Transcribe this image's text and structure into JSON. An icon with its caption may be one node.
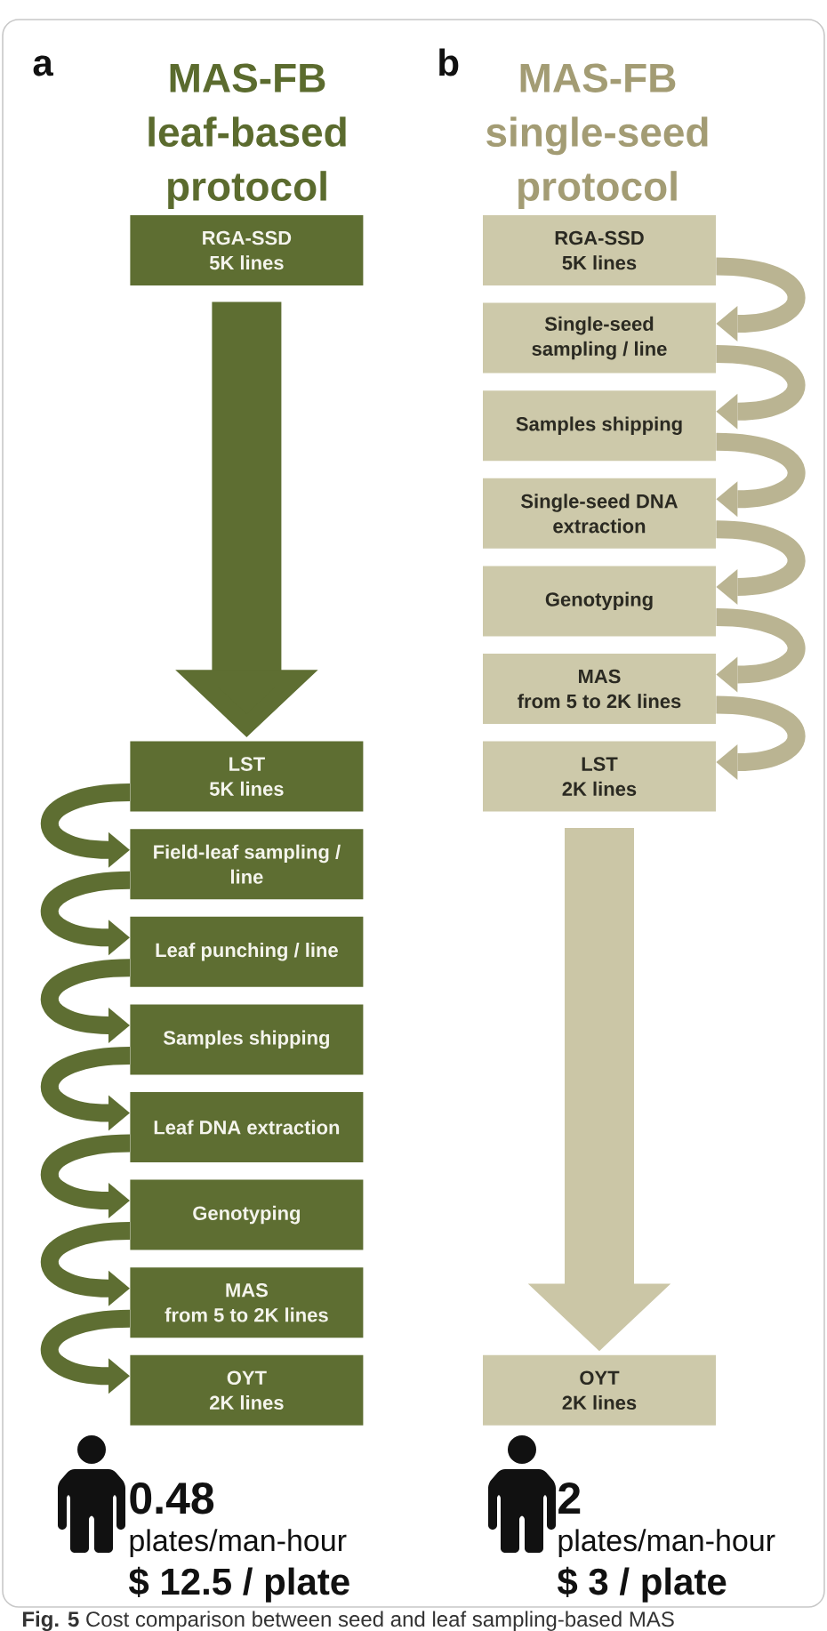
{
  "diagram": {
    "caption": "**Fig. 5** Cost comparison between seed and leaf sampling-based MAS",
    "nodes": [
      {
        "text": [
          "RGA-SSD",
          "5K lines"
        ]
      },
      {
        "text": [
          "LST",
          "5K lines"
        ]
      },
      {
        "text": [
          "Field-leaf sampling / line"
        ]
      },
      {
        "text": [
          "Leaf punching / line"
        ]
      },
      {
        "text": [
          "Samples shipping"
        ]
      },
      {
        "text": [
          "Leaf DNA extraction"
        ]
      },
      {
        "text": [
          "Genotyping"
        ]
      },
      {
        "text": [
          "MAS",
          "from 5 to 2K lines"
        ]
      },
      {
        "text": [
          "OYT",
          "2K lines"
        ]
      },
      {
        "text": [
          "RGA-SSD",
          "5K lines"
        ]
      },
      {
        "text": [
          "Single-seed sampling / line"
        ]
      },
      {
        "text": [
          "Samples shipping"
        ]
      },
      {
        "text": [
          "Single-seed DNA extraction"
        ]
      },
      {
        "text": [
          "Genotyping"
        ]
      },
      {
        "text": [
          "MAS",
          "from 5 to 2K lines"
        ]
      },
      {
        "text": [
          "LST",
          "2K lines"
        ]
      },
      {
        "text": [
          "OYT",
          "2K lines"
        ]
      }
    ],
    "edges": [
      {
        "from": 0,
        "to": 1,
        "arrow": "to",
        "style": "thick"
      },
      {
        "from": 1,
        "to": 2,
        "arrow": "to"
      },
      {
        "from": 2,
        "to": 3,
        "arrow": "to"
      },
      {
        "from": 3,
        "to": 4,
        "arrow": "to"
      },
      {
        "from": 4,
        "to": 5,
        "arrow": "to"
      },
      {
        "from": 5,
        "to": 6,
        "arrow": "to"
      },
      {
        "from": 6,
        "to": 7,
        "arrow": "to"
      },
      {
        "from": 7,
        "to": 8,
        "arrow": "to"
      },
      {
        "from": 9,
        "to": 10,
        "arrow": "to",
        "color": "#bab492"
      },
      {
        "from": 10,
        "to": 11,
        "arrow": "to",
        "color": "#bab492"
      },
      {
        "from": 11,
        "to": 12,
        "arrow": "to",
        "color": "#bab492"
      },
      {
        "from": 12,
        "to": 13,
        "arrow": "to",
        "color": "#bab492"
      },
      {
        "from": 13,
        "to": 14,
        "arrow": "to",
        "color": "#bab492"
      },
      {
        "from": 14,
        "to": 15,
        "arrow": "to",
        "color": "#bab492"
      },
      {
        "from": 15,
        "to": 16,
        "arrow": "to",
        "style": "thick",
        "color": "#cbc6a6"
      }
    ],
    "labels": [
      "a",
      "MAS-FB leaf-based protocol",
      "b",
      "MAS-FB single-seed protocol",
      "0.48",
      "plates/man-hour",
      "$ 12.5 / plate",
      "2",
      "plates/man-hour",
      "$ 3 / plate"
    ]
  }
}
